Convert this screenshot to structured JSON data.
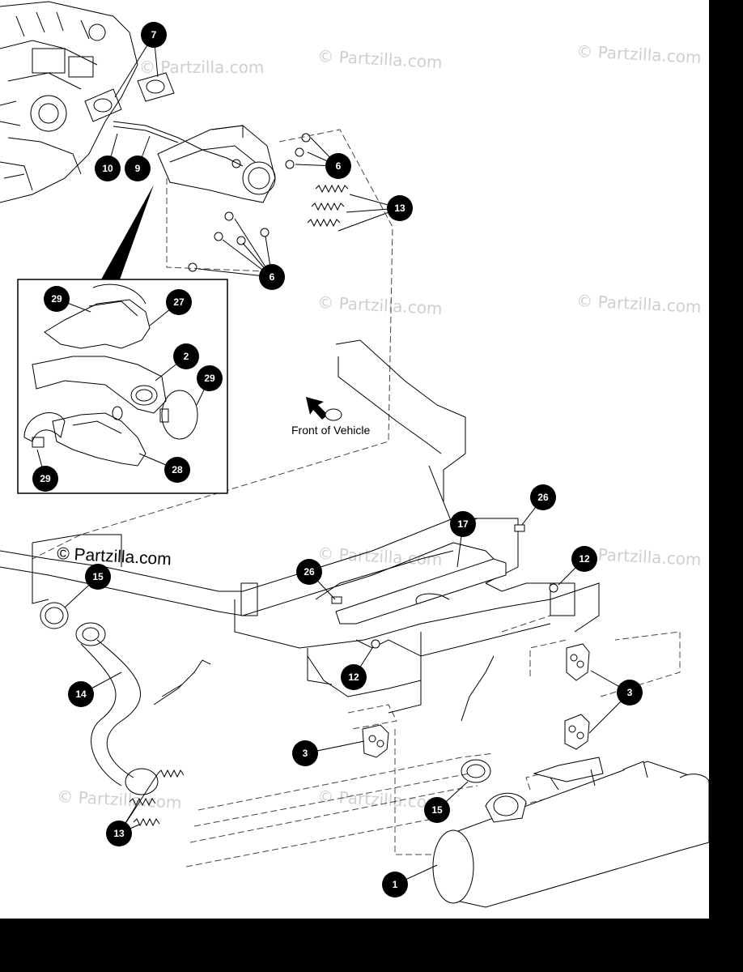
{
  "watermark": "© Partzilla.com",
  "brand_label": "© Partzilla.com",
  "front_label": "Front of Vehicle",
  "colors": {
    "line": "#000000",
    "dash": "#444444",
    "callout": "#000000",
    "watermark": "#cfcfcf"
  },
  "callouts": {
    "c7": "7",
    "c10": "10",
    "c9": "9",
    "c6a": "6",
    "c13a": "13",
    "c6b": "6",
    "c29a": "29",
    "c27": "27",
    "c2": "2",
    "c29b": "29",
    "c29c": "29",
    "c28": "28",
    "c26a": "26",
    "c17": "17",
    "c12a": "12",
    "c26b": "26",
    "c15a": "15",
    "c12b": "12",
    "c14": "14",
    "c3a": "3",
    "c3b": "3",
    "c15b": "15",
    "c13b": "13",
    "c1": "1"
  }
}
